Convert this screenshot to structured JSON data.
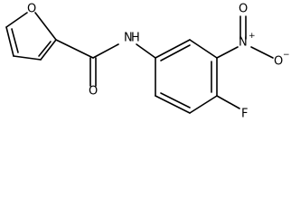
{
  "molecule": {
    "atoms": {
      "furan_oxygen": "O",
      "amide_nitrogen": "N",
      "amide_hydrogen": "H",
      "carbonyl_oxygen": "O",
      "nitro_nitrogen": "N",
      "nitro_plus": "+",
      "nitro_oxygen_top": "O",
      "nitro_oxygen_right": "O",
      "nitro_minus": "−",
      "fluorine": "F"
    }
  },
  "colors": {
    "ink": "#000000",
    "background": "#ffffff"
  }
}
